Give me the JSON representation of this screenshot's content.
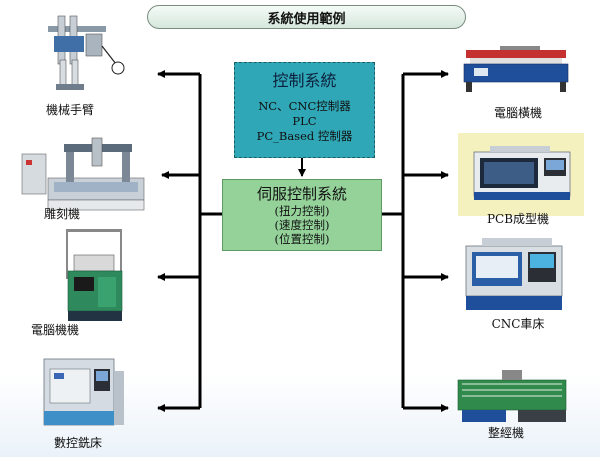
{
  "title": "系統使用範例",
  "control_system": {
    "title": "控制系統",
    "lines": [
      "NC、CNC控制器",
      "PLC",
      "PC_Based 控制器"
    ]
  },
  "servo_system": {
    "title": "伺服控制系統",
    "lines": [
      "(扭力控制)",
      "(速度控制)",
      "(位置控制)"
    ]
  },
  "left_machines": [
    {
      "label": "機械手臂",
      "icon": "robot-arm-icon"
    },
    {
      "label": "雕刻機",
      "icon": "engraving-machine-icon"
    },
    {
      "label": "電腦機機",
      "icon": "computer-machine-icon"
    },
    {
      "label": "數控銑床",
      "icon": "cnc-milling-machine-icon"
    }
  ],
  "right_machines": [
    {
      "label": "電腦橫機",
      "icon": "flat-knitting-machine-icon"
    },
    {
      "label": "PCB成型機",
      "icon": "pcb-forming-machine-icon"
    },
    {
      "label": "CNC車床",
      "icon": "cnc-lathe-icon"
    },
    {
      "label": "整經機",
      "icon": "warping-machine-icon"
    }
  ],
  "colors": {
    "control_box": "#2fa7b6",
    "servo_box": "#94d29a",
    "arrow": "#000000",
    "pcb_highlight": "#f5f1bf"
  }
}
